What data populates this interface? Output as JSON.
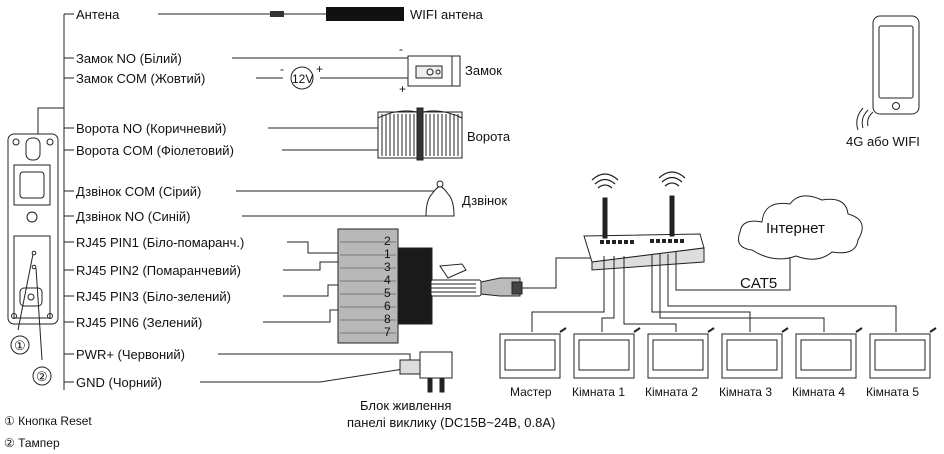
{
  "wires": {
    "antenna": "Антена",
    "wifi_antenna": "WIFI антена",
    "lock_no": "Замок NO (Білий)",
    "lock_com": "Замок COM (Жовтий)",
    "lock": "Замок",
    "voltage": "12V",
    "minus": "-",
    "plus": "+",
    "gate_no": "Ворота NO (Коричневий)",
    "gate_com": "Ворота COM (Фіолетовий)",
    "gate": "Ворота",
    "bell_com": "Дзвінок COM (Сірий)",
    "bell_no": "Дзвінок NO (Синій)",
    "bell": "Дзвінок",
    "rj45_pin1": "RJ45 PIN1  (Біло-помаранч.)",
    "rj45_pin2": "RJ45 PIN2 (Помаранчевий)",
    "rj45_pin3": "RJ45 PIN3 (Біло-зелений)",
    "rj45_pin6": "RJ45 PIN6 (Зелений)",
    "pwr": "PWR+ (Червоний)",
    "gnd": "GND (Чорний)"
  },
  "connector_pins": [
    "2",
    "1",
    "3",
    "4",
    "5",
    "6",
    "8",
    "7"
  ],
  "power_supply": {
    "line1": "Блок живлення",
    "line2": "панелі виклику (DC15B~24B, 0.8A)"
  },
  "notes": {
    "marker1": "①",
    "marker2": "②",
    "reset": "① Кнопка Reset",
    "tamper": "② Тампер"
  },
  "network": {
    "internet": "Інтернет",
    "cat5": "CAT5",
    "phone": "4G або WIFI"
  },
  "monitors": [
    "Мастер",
    "Кімната 1",
    "Кімната 2",
    "Кімната 3",
    "Кімната 4",
    "Кімната 5"
  ]
}
